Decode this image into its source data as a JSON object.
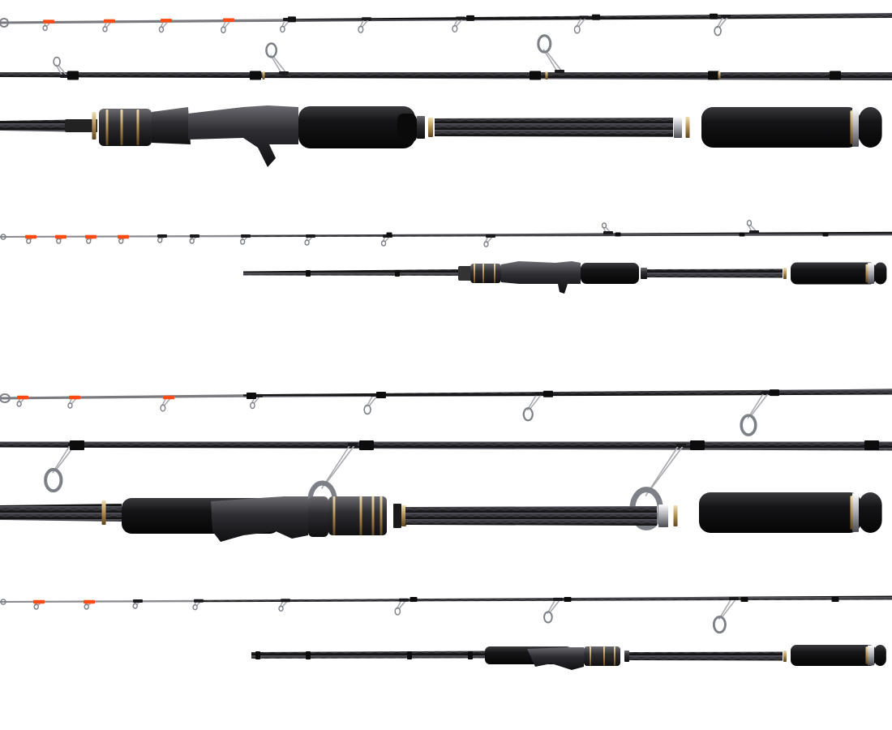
{
  "colors": {
    "background": "#ffffff",
    "blank": "#2a2a2e",
    "blank_dark": "#141416",
    "weave": "#4a4a52",
    "grip": "#121214",
    "seat": "#2b2b30",
    "trim_gold": "#b89a5e",
    "trim_silver": "#c9c9cf",
    "tip_orange": "#ff4a12",
    "guide_wire": "#a9aab0",
    "guide_ring": "#7e8088"
  },
  "rods": [
    {
      "name": "baitcasting-rod-large",
      "reel_type": "casting",
      "view": "closeup"
    },
    {
      "name": "baitcasting-rod-small",
      "reel_type": "casting",
      "view": "overview"
    },
    {
      "name": "spinning-rod-large",
      "reel_type": "spinning",
      "view": "closeup"
    },
    {
      "name": "spinning-rod-small",
      "reel_type": "spinning",
      "view": "overview"
    }
  ]
}
